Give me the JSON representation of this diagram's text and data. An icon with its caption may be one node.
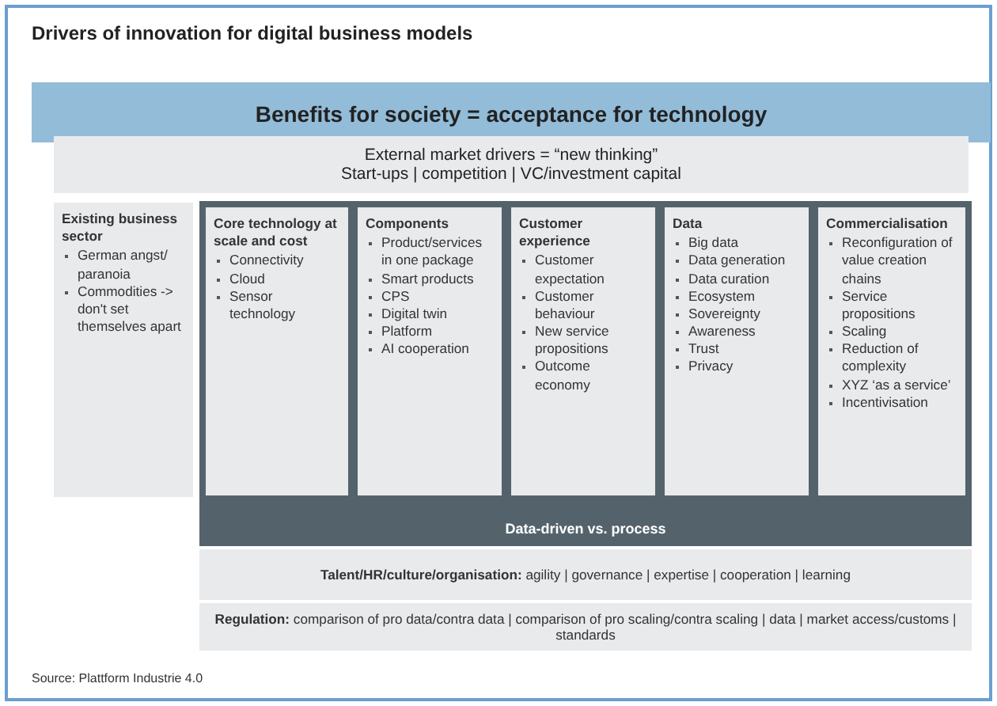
{
  "diagram": {
    "title": "Drivers of innovation for digital business models",
    "nodes": [
      {
        "text": [
          "Benefits for society = acceptance for technology"
        ]
      },
      {
        "text": [
          "External market drivers = “new thinking”",
          "Start-ups | competition | VC/investment capital"
        ]
      },
      {
        "text": [
          "Existing business sector",
          "German angst/ paranoia",
          "Commodities -> don't set themselves apart"
        ]
      },
      {
        "text": [
          "Data-driven vs. process"
        ]
      },
      {
        "text": [
          "Core technology at scale and cost",
          "Connectivity",
          "Cloud",
          "Sensor technology"
        ],
        "in": 3
      },
      {
        "text": [
          "Components",
          "Product/services in one package",
          "Smart products",
          "CPS",
          "Digital twin",
          "Platform",
          "AI cooperation"
        ],
        "in": 3
      },
      {
        "text": [
          "Customer experience",
          "Customer expectation",
          "Customer behaviour",
          "New service propositions",
          "Outcome economy"
        ],
        "in": 3
      },
      {
        "text": [
          "Data",
          "Big data",
          "Data generation",
          "Data curation",
          "Ecosystem",
          "Sovereignty",
          "Awareness",
          "Trust",
          "Privacy"
        ],
        "in": 3
      },
      {
        "text": [
          "Commercialisation",
          "Reconfiguration of value creation chains",
          "Service propositions",
          "Scaling",
          "Reduction of complexity",
          "XYZ ‘as a service’",
          "Incentivisation"
        ],
        "in": 3
      },
      {
        "text": [
          "**Talent/HR/culture/organisation:** agility | governance | expertise | cooperation | learning"
        ]
      },
      {
        "text": [
          "**Regulation:** comparison of pro data/contra data | comparison of pro scaling/contra scaling | data | market access/customs | standards"
        ]
      }
    ],
    "edges": [],
    "labels": [
      "Source: Plattform Industrie 4.0"
    ]
  }
}
